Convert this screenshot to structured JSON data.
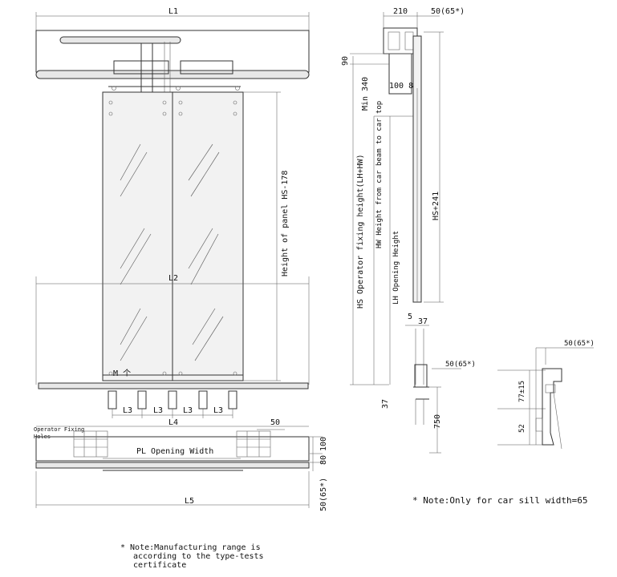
{
  "front_view": {
    "dim_L1": "L1",
    "dim_L2": "L2",
    "panel_height": "Height of panel HS-178",
    "motor_label": "M",
    "motor_arrow": "个",
    "dim_L3": [
      "L3",
      "L3",
      "L3",
      "L3"
    ]
  },
  "plan_view": {
    "dim_L4": "L4",
    "dim_50": "50",
    "fixing_holes": [
      "Operator Fixing",
      "Holes"
    ],
    "opening_width": "PL Opening Width",
    "dim_100": "100",
    "dim_80": "80",
    "dim_L5": "L5",
    "dim_50_65": "50(65*)"
  },
  "side_view": {
    "dim_210": "210",
    "dim_50_65_top": "50(65*)",
    "dim_90": "90",
    "dim_min340": "Min 340",
    "dim_100_80": "100 80",
    "hs_label": "HS Operator fixing height(LH+HW)",
    "hw_label": "HW Height from car beam to car top",
    "lh_label": "LH Opening Height",
    "hs241": "HS+241",
    "dim_5": "5",
    "dim_37_top": "37",
    "dim_50_65_mid": "50(65*)",
    "dim_37_bottom": "37",
    "dim_750": "750"
  },
  "detail_view": {
    "dim_50_65": "50(65*)",
    "dim_77": "77±15",
    "dim_52": "52"
  },
  "notes": {
    "sill_note": "* Note:Only for car sill width=65",
    "mfg_note": [
      "* Note:Manufacturing range is",
      "according to the type-tests",
      "certificate"
    ]
  }
}
